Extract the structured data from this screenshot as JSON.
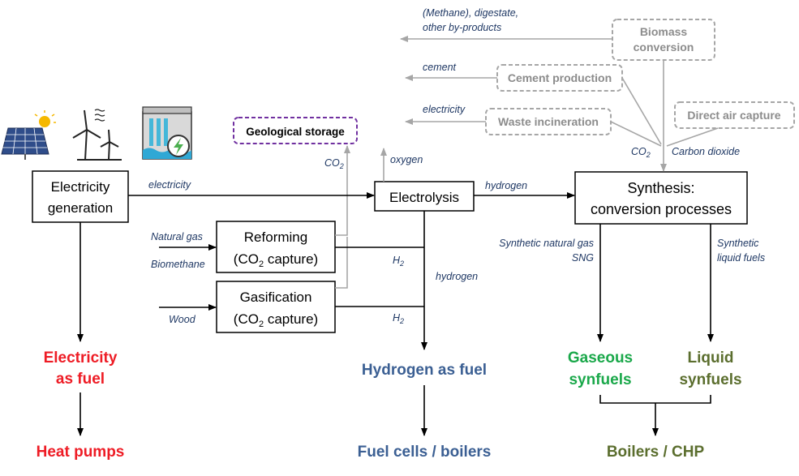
{
  "nodes": {
    "electricity_generation": [
      "Electricity",
      "generation"
    ],
    "reforming": [
      "Reforming",
      "(CO",
      "2",
      " capture)"
    ],
    "gasification": [
      "Gasification",
      "(CO",
      "2",
      " capture)"
    ],
    "electrolysis": "Electrolysis",
    "synthesis": [
      "Synthesis:",
      "conversion processes"
    ],
    "geological_storage": "Geological storage",
    "biomass_conversion": [
      "Biomass",
      "conversion"
    ],
    "cement_production": "Cement production",
    "waste_incineration": "Waste incineration",
    "direct_air_capture": "Direct air capture"
  },
  "labels": {
    "electricity": "electricity",
    "natural_gas": "Natural gas",
    "biomethane": "Biomethane",
    "wood": "Wood",
    "h2_a": [
      "H",
      "2"
    ],
    "h2_b": [
      "H",
      "2"
    ],
    "hydrogen_down": "hydrogen",
    "hydrogen_right": "hydrogen",
    "oxygen": "oxygen",
    "co2_storage": [
      "CO",
      "2"
    ],
    "co2_synthesis": [
      "CO",
      "2"
    ],
    "carbon_dioxide": "Carbon dioxide",
    "methane_byproducts": [
      "(Methane), digestate,",
      "other by-products"
    ],
    "cement": "cement",
    "electricity_waste": "electricity",
    "sng": [
      "Synthetic natural gas",
      "SNG"
    ],
    "synthetic_liquid": [
      "Synthetic",
      "liquid fuels"
    ]
  },
  "outputs": {
    "electricity_fuel": [
      "Electricity",
      "as fuel"
    ],
    "heat_pumps": "Heat pumps",
    "hydrogen_fuel": "Hydrogen as fuel",
    "fuel_cells": "Fuel cells / boilers",
    "gaseous": [
      "Gaseous",
      "synfuels"
    ],
    "liquid": [
      "Liquid",
      "synfuels"
    ],
    "boilers_chp": "Boilers / CHP"
  },
  "icons": [
    "solar-panel-icon",
    "wind-turbine-icon",
    "hydro-dam-icon"
  ],
  "colors": {
    "red": "#ee1c25",
    "blue": "#3b5f93",
    "green": "#1aa84a",
    "olive": "#5b6e2e",
    "gray": "#a6a6a6",
    "purple": "#7030a0",
    "label": "#1f3864"
  }
}
